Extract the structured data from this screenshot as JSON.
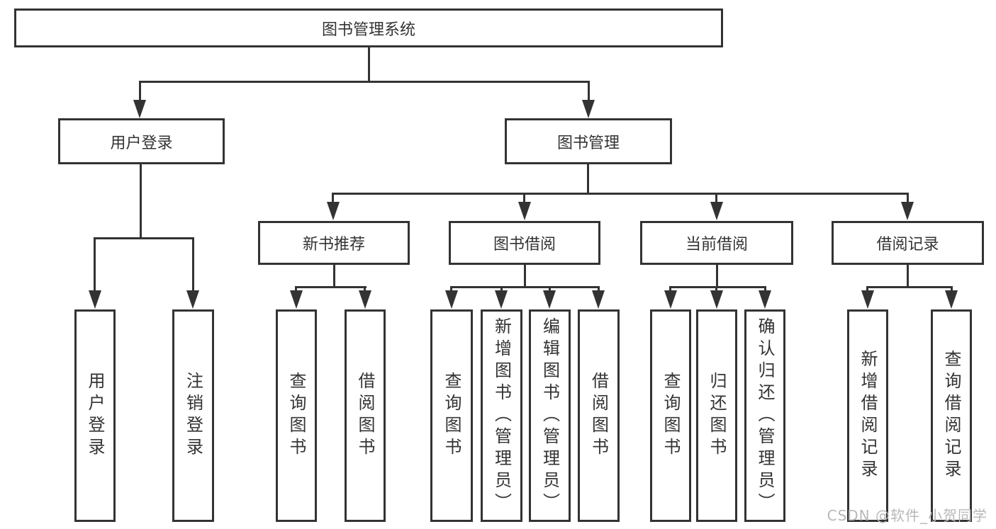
{
  "colors": {
    "line": "#333333",
    "text": "#333333",
    "watermark": "#b8b8b8"
  },
  "tree": {
    "root": "图书管理系统",
    "level2": [
      {
        "label": "用户登录",
        "leaves": [
          "用户登录",
          "注销登录"
        ]
      },
      {
        "label": "图书管理",
        "groups": [
          {
            "label": "新书推荐",
            "leaves": [
              "查询图书",
              "借阅图书"
            ]
          },
          {
            "label": "图书借阅",
            "leaves": [
              "查询图书",
              "新增图书（管理员）",
              "编辑图书（管理员）",
              "借阅图书"
            ]
          },
          {
            "label": "当前借阅",
            "leaves": [
              "查询图书",
              "归还图书",
              "确认归还（管理员）"
            ]
          },
          {
            "label": "借阅记录",
            "leaves": [
              "新增借阅记录",
              "查询借阅记录"
            ]
          }
        ]
      }
    ]
  },
  "watermark": "CSDN @软件_小贺同学"
}
